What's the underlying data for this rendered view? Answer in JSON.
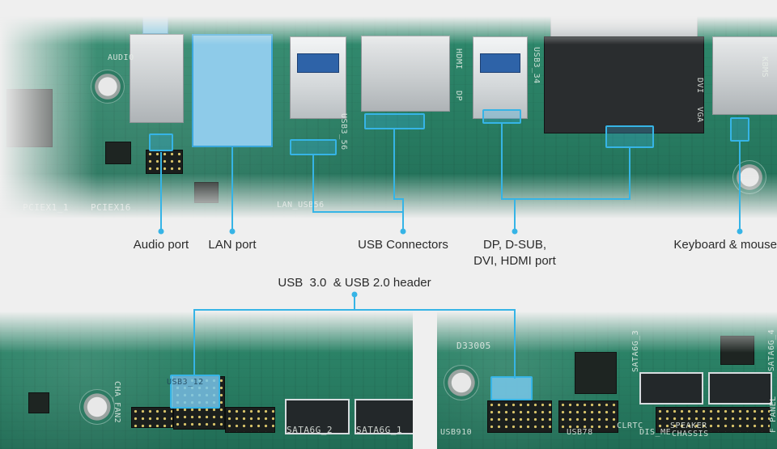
{
  "labels": {
    "audio_port": "Audio port",
    "lan_port": "LAN port",
    "usb_connectors": "USB Connectors",
    "display_ports_line1": "DP, D-SUB,",
    "display_ports_line2": "DVI, HDMI port",
    "keyboard_mouse": "Keyboard & mouse",
    "usb_header": "USB  3.0  & USB 2.0 header"
  },
  "silkscreen": {
    "audio": "AUDIO",
    "pciex1": "PCIEX1_1",
    "pciex16": "PCIEX16",
    "lan_usb": "LAN_USB56",
    "usb3_56": "USB3_56",
    "hdmi": "HDMI",
    "dp": "DP",
    "usb3_34": "USB3_34",
    "dvi": "DVI",
    "vga": "VGA",
    "kbms": "KBMS",
    "usb3_12": "USB3_12",
    "cha_fan2": "CHA_FAN2",
    "sata6g_2": "SATA6G_2",
    "sata6g_1": "SATA6G_1",
    "d33005": "D33005",
    "usb910": "USB910",
    "usb78": "USB78",
    "sata6g_3": "SATA6G_3",
    "sata6g_4": "SATA6G_4",
    "clrtc": "CLRTC",
    "speaker": "SPEAKER",
    "chassis": "CHASSIS",
    "dis_me": "DIS_ME",
    "f_panel": "F_PANEL"
  },
  "colors": {
    "accent": "#36b4e6",
    "pcb": "#2f8a6d",
    "label_text": "#2b2b2b",
    "background": "#efefef"
  }
}
